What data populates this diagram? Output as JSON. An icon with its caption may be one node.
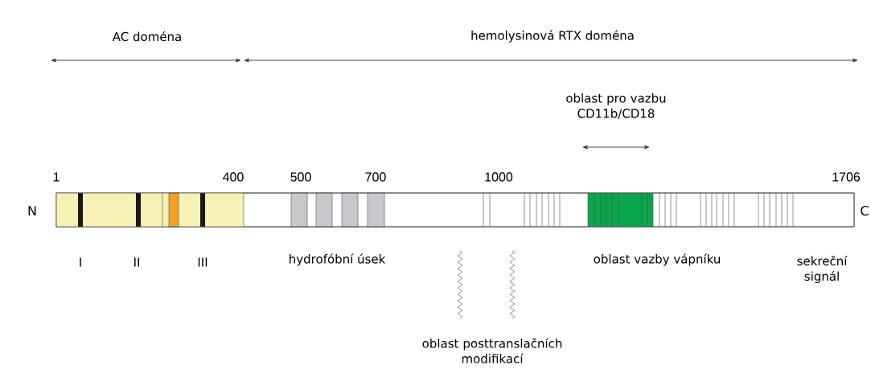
{
  "diagram": {
    "nodes": [
      {
        "text": [],
        "shape": "bar",
        "beside": [
          "N",
          "C"
        ]
      }
    ],
    "edges": [],
    "labels": [
      "AC doména",
      "hemolysinová RTX doména",
      "oblast pro vazbu CD11b/CD18",
      "1",
      "400",
      "500",
      "700",
      "1000",
      "1706",
      "I",
      "II",
      "III",
      "hydrofóbní úsek",
      "oblast vazby vápníku",
      "sekreční signál",
      "oblast posttranslačních modifikací"
    ]
  }
}
